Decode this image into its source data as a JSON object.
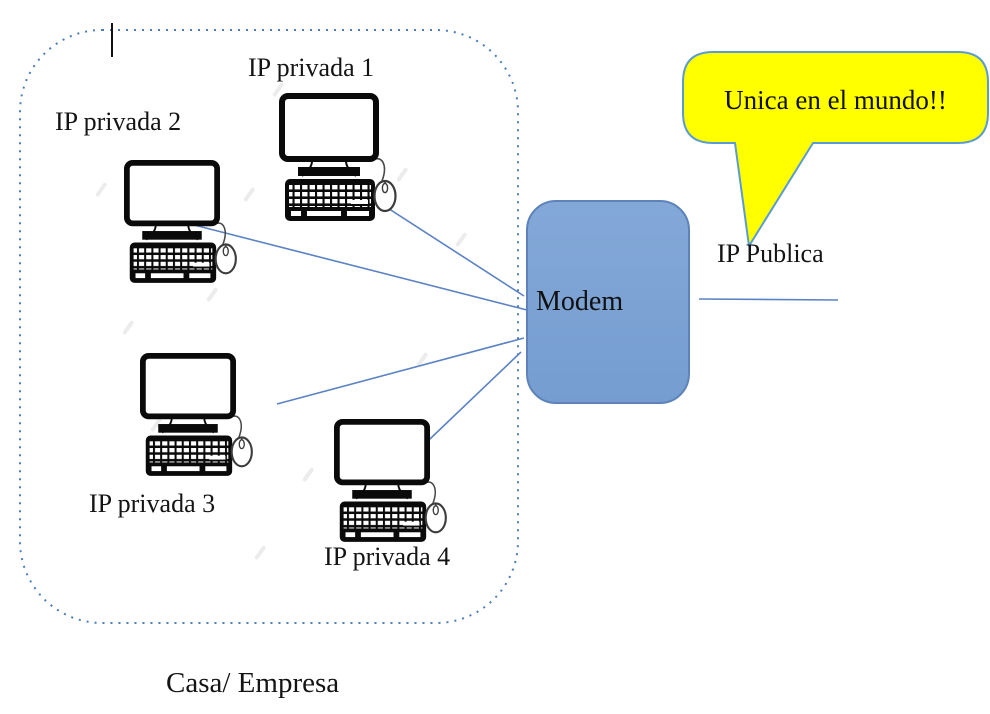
{
  "diagram": {
    "title_none": "",
    "zone": {
      "caption": "Casa/ Empresa",
      "computers": [
        {
          "label": "IP privada 1",
          "icon": "desktop-computer-icon"
        },
        {
          "label": "IP privada 2",
          "icon": "desktop-computer-icon"
        },
        {
          "label": "IP privada 3",
          "icon": "desktop-computer-icon"
        },
        {
          "label": "IP privada 4",
          "icon": "desktop-computer-icon"
        }
      ]
    },
    "modem": {
      "label": "Modem"
    },
    "public_ip": {
      "label": "IP Publica"
    },
    "callout": {
      "text": "Unica en el mundo!!"
    },
    "colors": {
      "boundary_dotted_blue": "#4a7ebb",
      "connection_line_blue": "#5b82c4",
      "modem_fill": "#7ba2d4",
      "modem_border": "#5d83ba",
      "callout_fill": "#ffff00",
      "callout_border": "#5b9bd5",
      "text_color": "#141414",
      "background": "#ffffff"
    }
  }
}
